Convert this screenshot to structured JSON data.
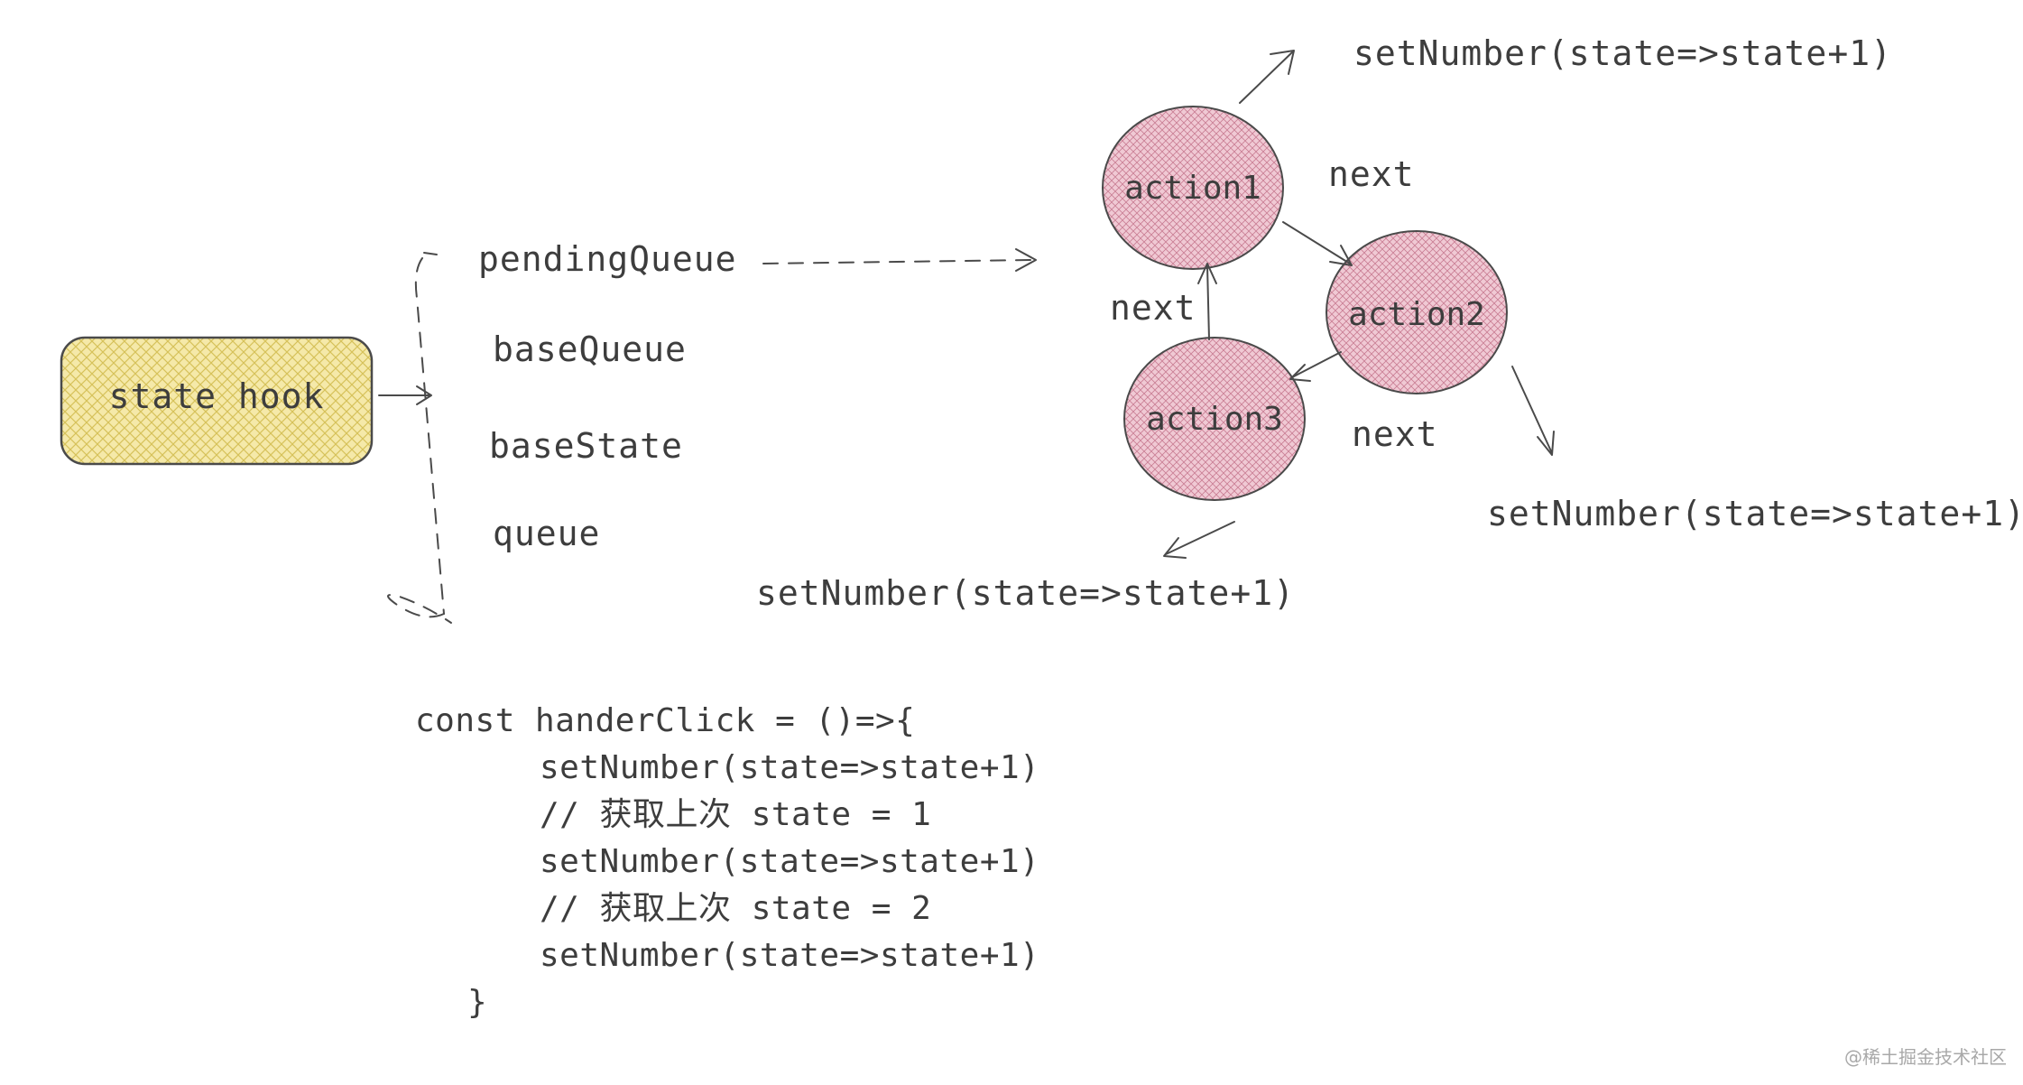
{
  "state_hook": {
    "label": "state hook",
    "fill_color": "#f5e9a9"
  },
  "hook_fields": {
    "pending_queue": "pendingQueue",
    "base_queue": "baseQueue",
    "base_state": "baseState",
    "queue": "queue"
  },
  "ring": {
    "node_fill_color": "#f0c9d4",
    "action1": "action1",
    "action2": "action2",
    "action3": "action3",
    "next_1_to_2": "next",
    "next_2_to_3": "next",
    "next_3_to_1": "next",
    "update_action1": "setNumber(state=>state+1)",
    "update_action2": "setNumber(state=>state+1)",
    "update_action3": "setNumber(state=>state+1)"
  },
  "code": {
    "line1": "const handerClick = ()=>{",
    "line2": "setNumber(state=>state+1)",
    "line3": "// 获取上次 state = 1",
    "line4": "setNumber(state=>state+1)",
    "line5": "// 获取上次 state = 2",
    "line6": "setNumber(state=>state+1)",
    "line7": "}"
  },
  "watermark": "@稀土掘金技术社区"
}
